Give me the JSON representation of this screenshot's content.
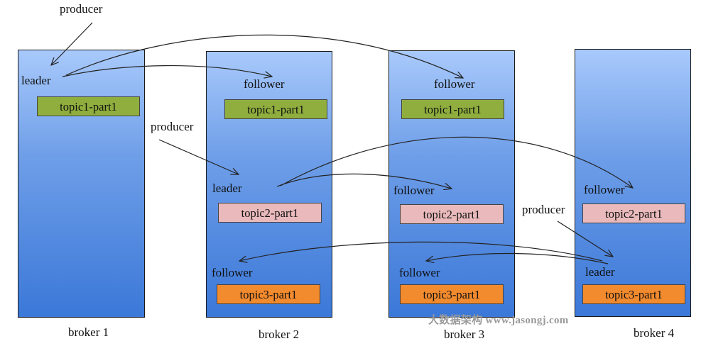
{
  "brokers": [
    {
      "label": "broker 1"
    },
    {
      "label": "broker 2"
    },
    {
      "label": "broker 3"
    },
    {
      "label": "broker 4"
    }
  ],
  "roles": {
    "leader": "leader",
    "follower": "follower"
  },
  "partitions": {
    "topic1": "topic1-part1",
    "topic2": "topic2-part1",
    "topic3": "topic3-part1"
  },
  "producer": "producer",
  "watermark": "大数据架构 www.jasongj.com",
  "colors": {
    "topic1": "#8fae3e",
    "topic2": "#e9b9bb",
    "topic3": "#f28a2e",
    "broker_top": "#a8c9fb",
    "broker_bottom": "#3b78d8"
  }
}
